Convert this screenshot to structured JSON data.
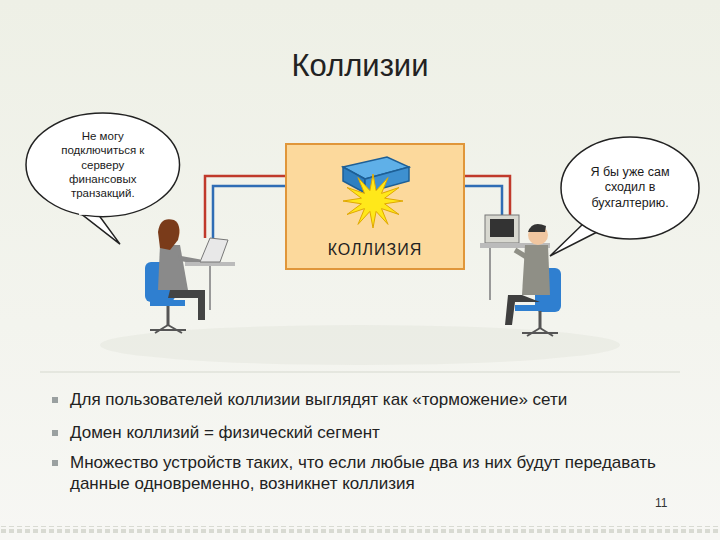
{
  "diagram": {
    "title": "Коллизии",
    "nodes": [
      {
        "text": [
          "Не могу подключиться к серверу финансовых транзакций."
        ]
      },
      {
        "text": [
          "КОЛЛИЗИЯ"
        ]
      },
      {
        "text": [
          "Я бы уже сам сходил в бухгалтерию."
        ]
      }
    ],
    "edges": [],
    "labels": [
      "Для пользователей коллизии выглядят как «торможение» сети",
      "Домен коллизий = физический сегмент",
      "Множество устройств таких, что если любые два из них будут передавать данные одновременно, возникнет коллизия",
      "11"
    ]
  }
}
